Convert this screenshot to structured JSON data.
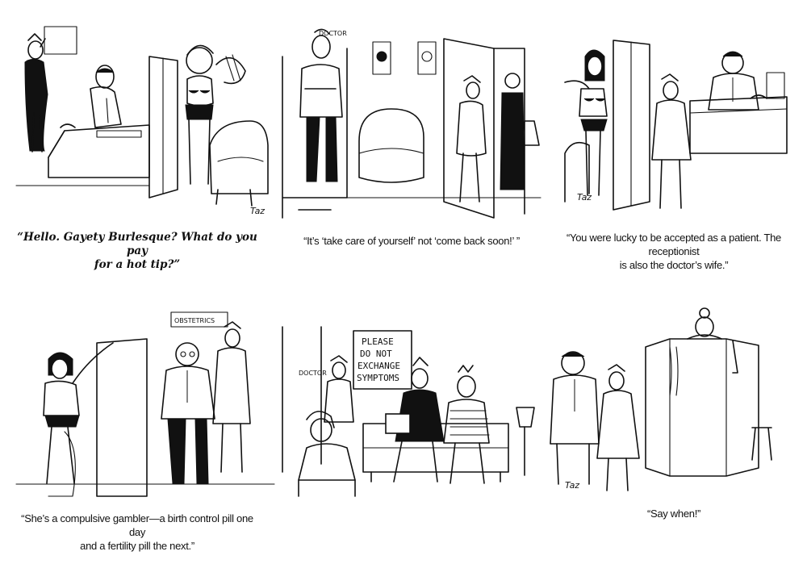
{
  "cartoons": [
    {
      "caption_line1": "“Hello. Gayety Burlesque? What do you pay",
      "caption_line2": "for a hot tip?”"
    },
    {
      "caption_line1": "“It’s ‘take care of yourself’ not ‘come back soon!’ ”"
    },
    {
      "caption_line1": "“You were lucky to be accepted as a patient. The receptionist",
      "caption_line2": "is also the doctor’s wife.”"
    },
    {
      "caption_line1": "“She’s a compulsive gambler—a birth control pill one day",
      "caption_line2": "and a fertility pill the next.”",
      "sign_text": "OBSTETRICS"
    },
    {
      "caption_line1": "",
      "sign_line1": "PLEASE",
      "sign_line2": "DO NOT",
      "sign_line3": "EXCHANGE",
      "sign_line4": "SYMPTOMS",
      "door_label": "DOCTOR"
    },
    {
      "caption_line1": "“Say when!”"
    }
  ],
  "door_label_panel2": "DOCTOR",
  "signature": "Taz"
}
